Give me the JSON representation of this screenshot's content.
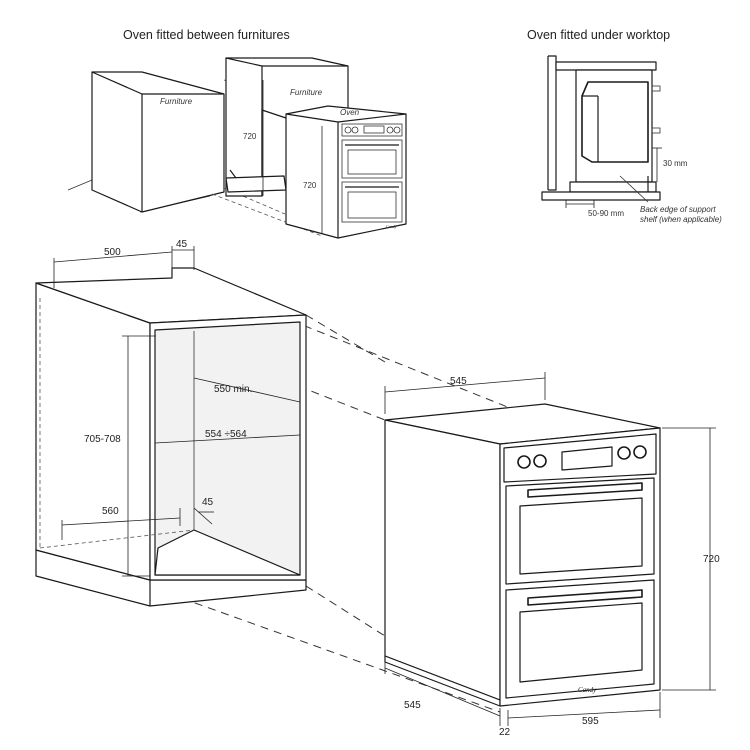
{
  "titles": {
    "between": "Oven fitted between furnitures",
    "under": "Oven fitted under worktop"
  },
  "small_diagram": {
    "furniture_left": "Furniture",
    "furniture_right": "Furniture",
    "oven": "Oven",
    "dim_furniture_height": "720",
    "dim_oven_height": "720"
  },
  "under_worktop": {
    "gap_30": "30 mm",
    "gap_50_90": "50-90 mm",
    "note_line1": "Back edge of support",
    "note_line2": "shelf (when applicable)"
  },
  "cabinet": {
    "dim_top_depth": "500",
    "dim_top_back": "45",
    "dim_height": "705-708",
    "dim_depth_min": "550 min.",
    "dim_width": "554 ÷564",
    "dim_bottom_depth": "560",
    "dim_bottom_back": "45"
  },
  "oven": {
    "dim_top_depth": "545",
    "dim_height": "720",
    "dim_bottom_depth": "545",
    "dim_width": "595",
    "dim_front": "22",
    "brand": "Candy"
  }
}
